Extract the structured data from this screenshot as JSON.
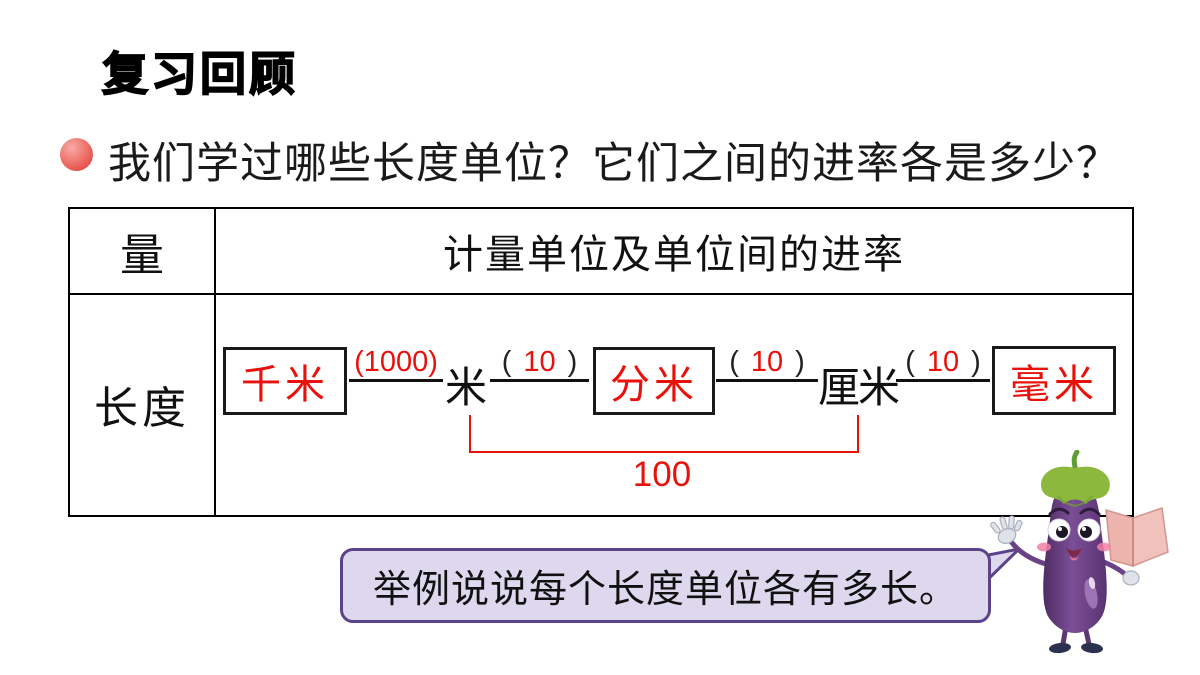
{
  "slide": {
    "title": "复习回顾",
    "question": "我们学过哪些长度单位？它们之间的进率各是多少？"
  },
  "table": {
    "header": {
      "quantity": "量",
      "units": "计量单位及单位间的进率"
    },
    "row": {
      "label": "长度"
    }
  },
  "chain": {
    "unit_km": "千米",
    "unit_m": "米",
    "unit_dm": "分米",
    "unit_cm": "厘米",
    "unit_mm": "毫米",
    "rate_km_m": {
      "open": "(",
      "value": "1000",
      "close": ")"
    },
    "rate_m_dm": {
      "open": "(",
      "value": "10",
      "close": ")"
    },
    "rate_dm_cm": {
      "open": "(",
      "value": "10",
      "close": ")"
    },
    "rate_cm_mm": {
      "open": "(",
      "value": "10",
      "close": ")"
    },
    "bracket_m_cm": "100"
  },
  "bubble": {
    "text": "举例说说每个长度单位各有多长。"
  },
  "mascot": {
    "name": "eggplant-character"
  },
  "colors": {
    "accent_red": "#e8120c",
    "bubble_fill": "#ded8ee",
    "bubble_border": "#5b4389",
    "border_black": "#000000"
  }
}
